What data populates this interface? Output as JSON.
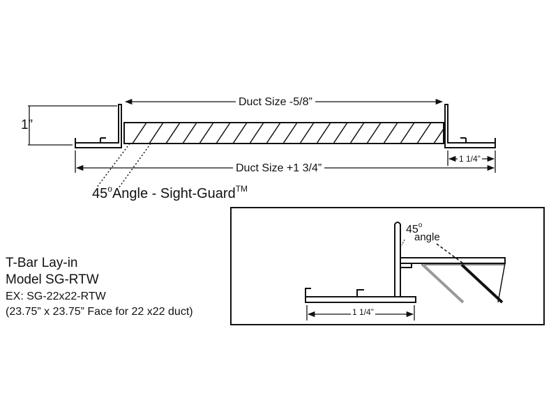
{
  "dimensions": {
    "top": "Duct Size -5/8”",
    "bottom": "Duct Size +1 3/4”",
    "height": "1”",
    "flange": "1 1/4”"
  },
  "angle_label": {
    "number": "45",
    "degree": "o",
    "text": "Angle - Sight-Guard",
    "trademark": "TM"
  },
  "detail": {
    "degree_number": "45",
    "degree_symbol": "o",
    "angle_word": "angle",
    "flange": "1 1/4”"
  },
  "model": {
    "line1": "T-Bar Lay-in",
    "line2": "Model SG-RTW",
    "line3": "EX: SG-22x22-RTW",
    "line4": "(23.75” x 23.75” Face for 22 x22 duct)"
  },
  "colors": {
    "ink": "#111111",
    "louver_gray": "#999999"
  }
}
